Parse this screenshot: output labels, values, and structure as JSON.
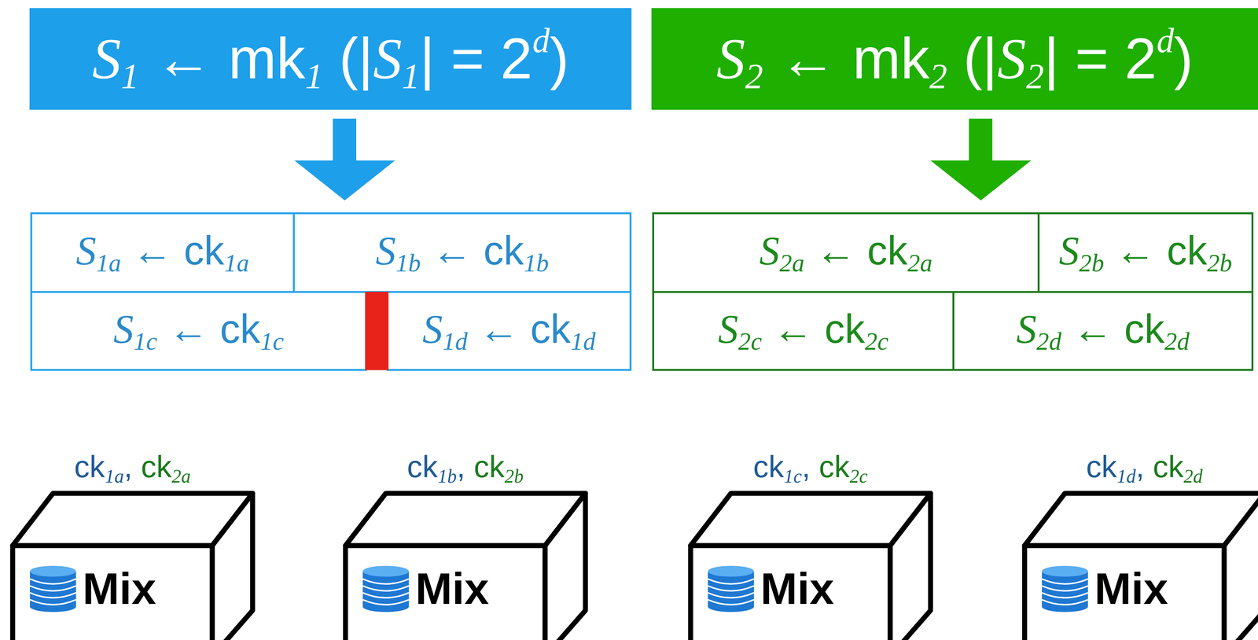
{
  "diagram": {
    "nodes": [
      {
        "text": [
          "S1 ← mk1 (|S1| = 2d)"
        ]
      },
      {
        "text": [
          "S2 ← mk2 (|S2| = 2d)"
        ]
      },
      {
        "text": [
          "S1a ← ck1a"
        ]
      },
      {
        "text": [
          "S1b ← ck1b"
        ]
      },
      {
        "text": [
          "S2a ← ck2a"
        ]
      },
      {
        "text": [
          "S2b ← ck2b"
        ]
      },
      {
        "text": [
          "S1c ← ck1c"
        ]
      },
      {
        "text": [
          "S1d ← ck1d"
        ]
      },
      {
        "text": [
          "S2c ← ck2c"
        ]
      },
      {
        "text": [
          "S2d ← ck2d"
        ]
      },
      {
        "text": [
          "ck1a, ck2a",
          "Mix"
        ]
      },
      {
        "text": [
          "ck1b, ck2b",
          "Mix"
        ]
      },
      {
        "text": [
          "ck1c, ck2c",
          "Mix"
        ]
      },
      {
        "text": [
          "ck1d, ck2d",
          "Mix"
        ]
      }
    ]
  }
}
